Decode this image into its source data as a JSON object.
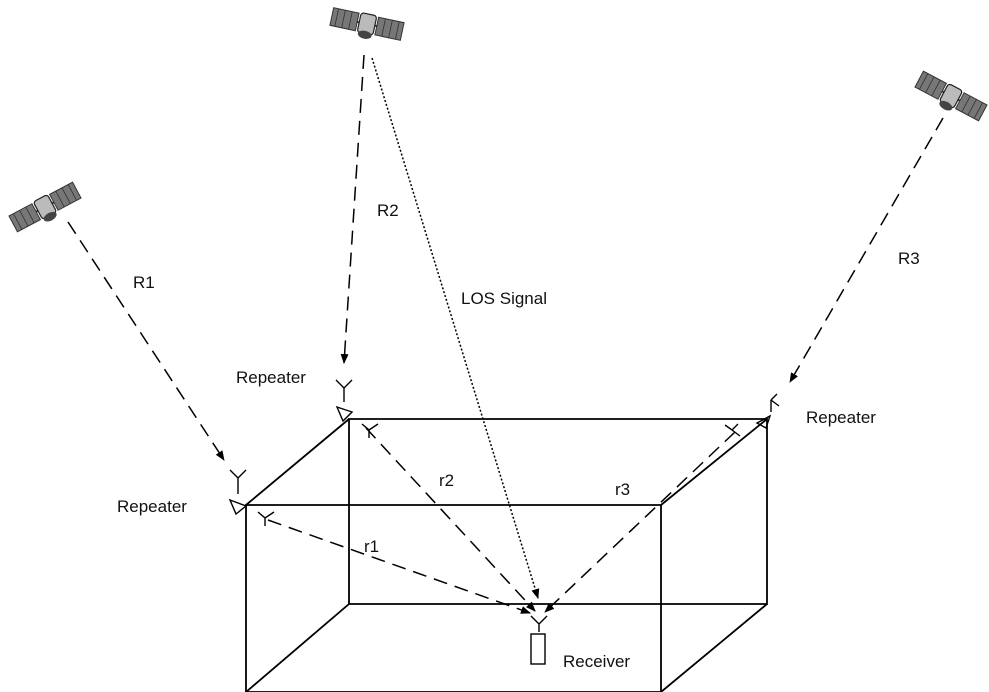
{
  "labels": {
    "r1_upper": "R1",
    "r2_upper": "R2",
    "r3_upper": "R3",
    "los": "LOS Signal",
    "repeater_left": "Repeater",
    "repeater_top": "Repeater",
    "repeater_right": "Repeater",
    "r1_lower": "r1",
    "r2_lower": "r2",
    "r3_lower": "r3",
    "receiver": "Receiver"
  },
  "icons": {
    "satellite": "satellite-icon",
    "antenna": "antenna-icon"
  }
}
